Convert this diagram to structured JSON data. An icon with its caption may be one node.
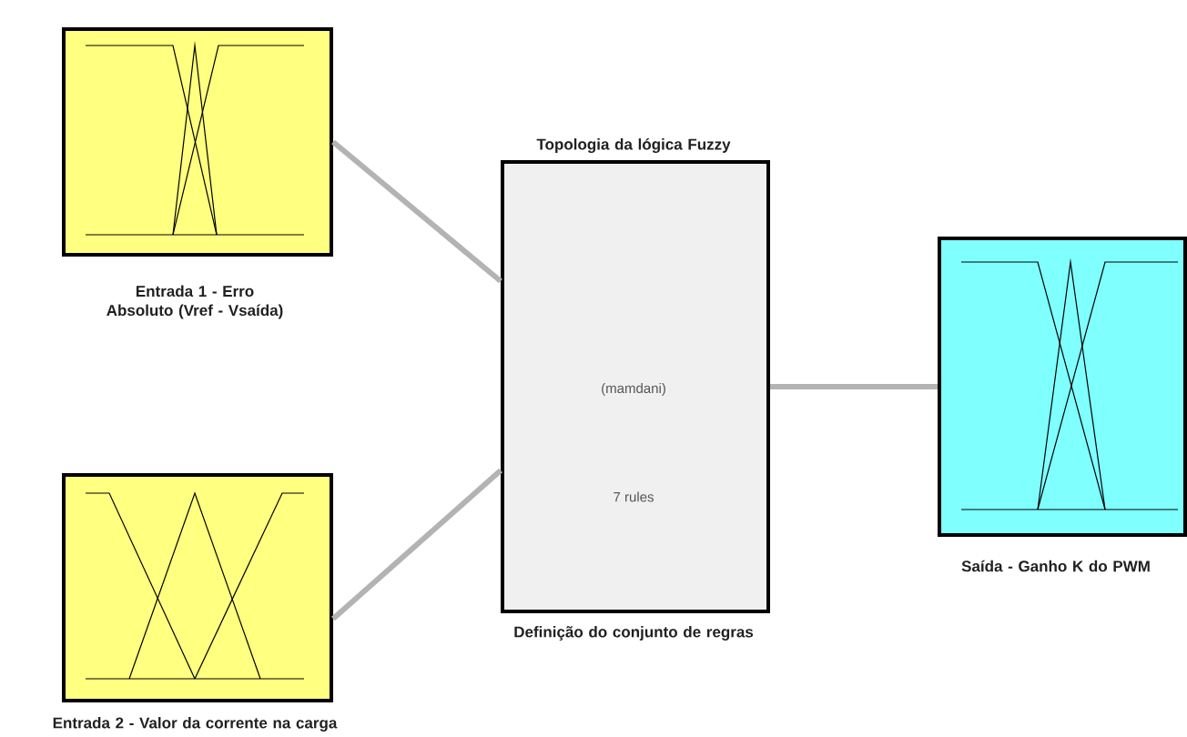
{
  "diagram": {
    "nodes": [
      {
        "text": [
          "Entrada 1 - Erro Absoluto (Vref - Vsaída)"
        ]
      },
      {
        "text": [
          "Entrada 2 - Valor da corrente na carga"
        ]
      },
      {
        "text": [
          "Topologia da lógica Fuzzy",
          "(mamdani)",
          "7 rules",
          "Definição do conjunto de regras"
        ]
      },
      {
        "text": [
          "Saída - Ganho K do PWM"
        ]
      }
    ],
    "edges": [
      {
        "from": 0,
        "to": 2,
        "arrow": "none"
      },
      {
        "from": 1,
        "to": 2,
        "arrow": "none"
      },
      {
        "from": 2,
        "to": 3,
        "arrow": "none"
      }
    ]
  }
}
